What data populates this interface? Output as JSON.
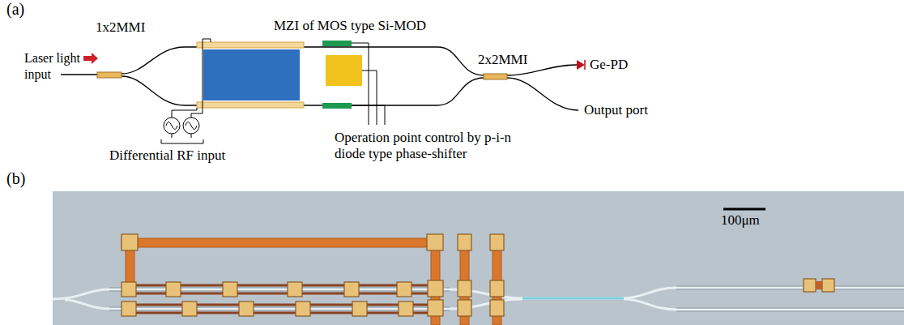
{
  "diagram": {
    "labels": [
      "(a)",
      "1x2MMI",
      "MZI of MOS type Si-MOD",
      "Laser light input",
      "2x2MMI",
      "Ge-PD",
      "Output port",
      "Differential RF input",
      "Operation point control by p-i-n diode type phase-shifter",
      "(b)",
      "100μm"
    ]
  }
}
